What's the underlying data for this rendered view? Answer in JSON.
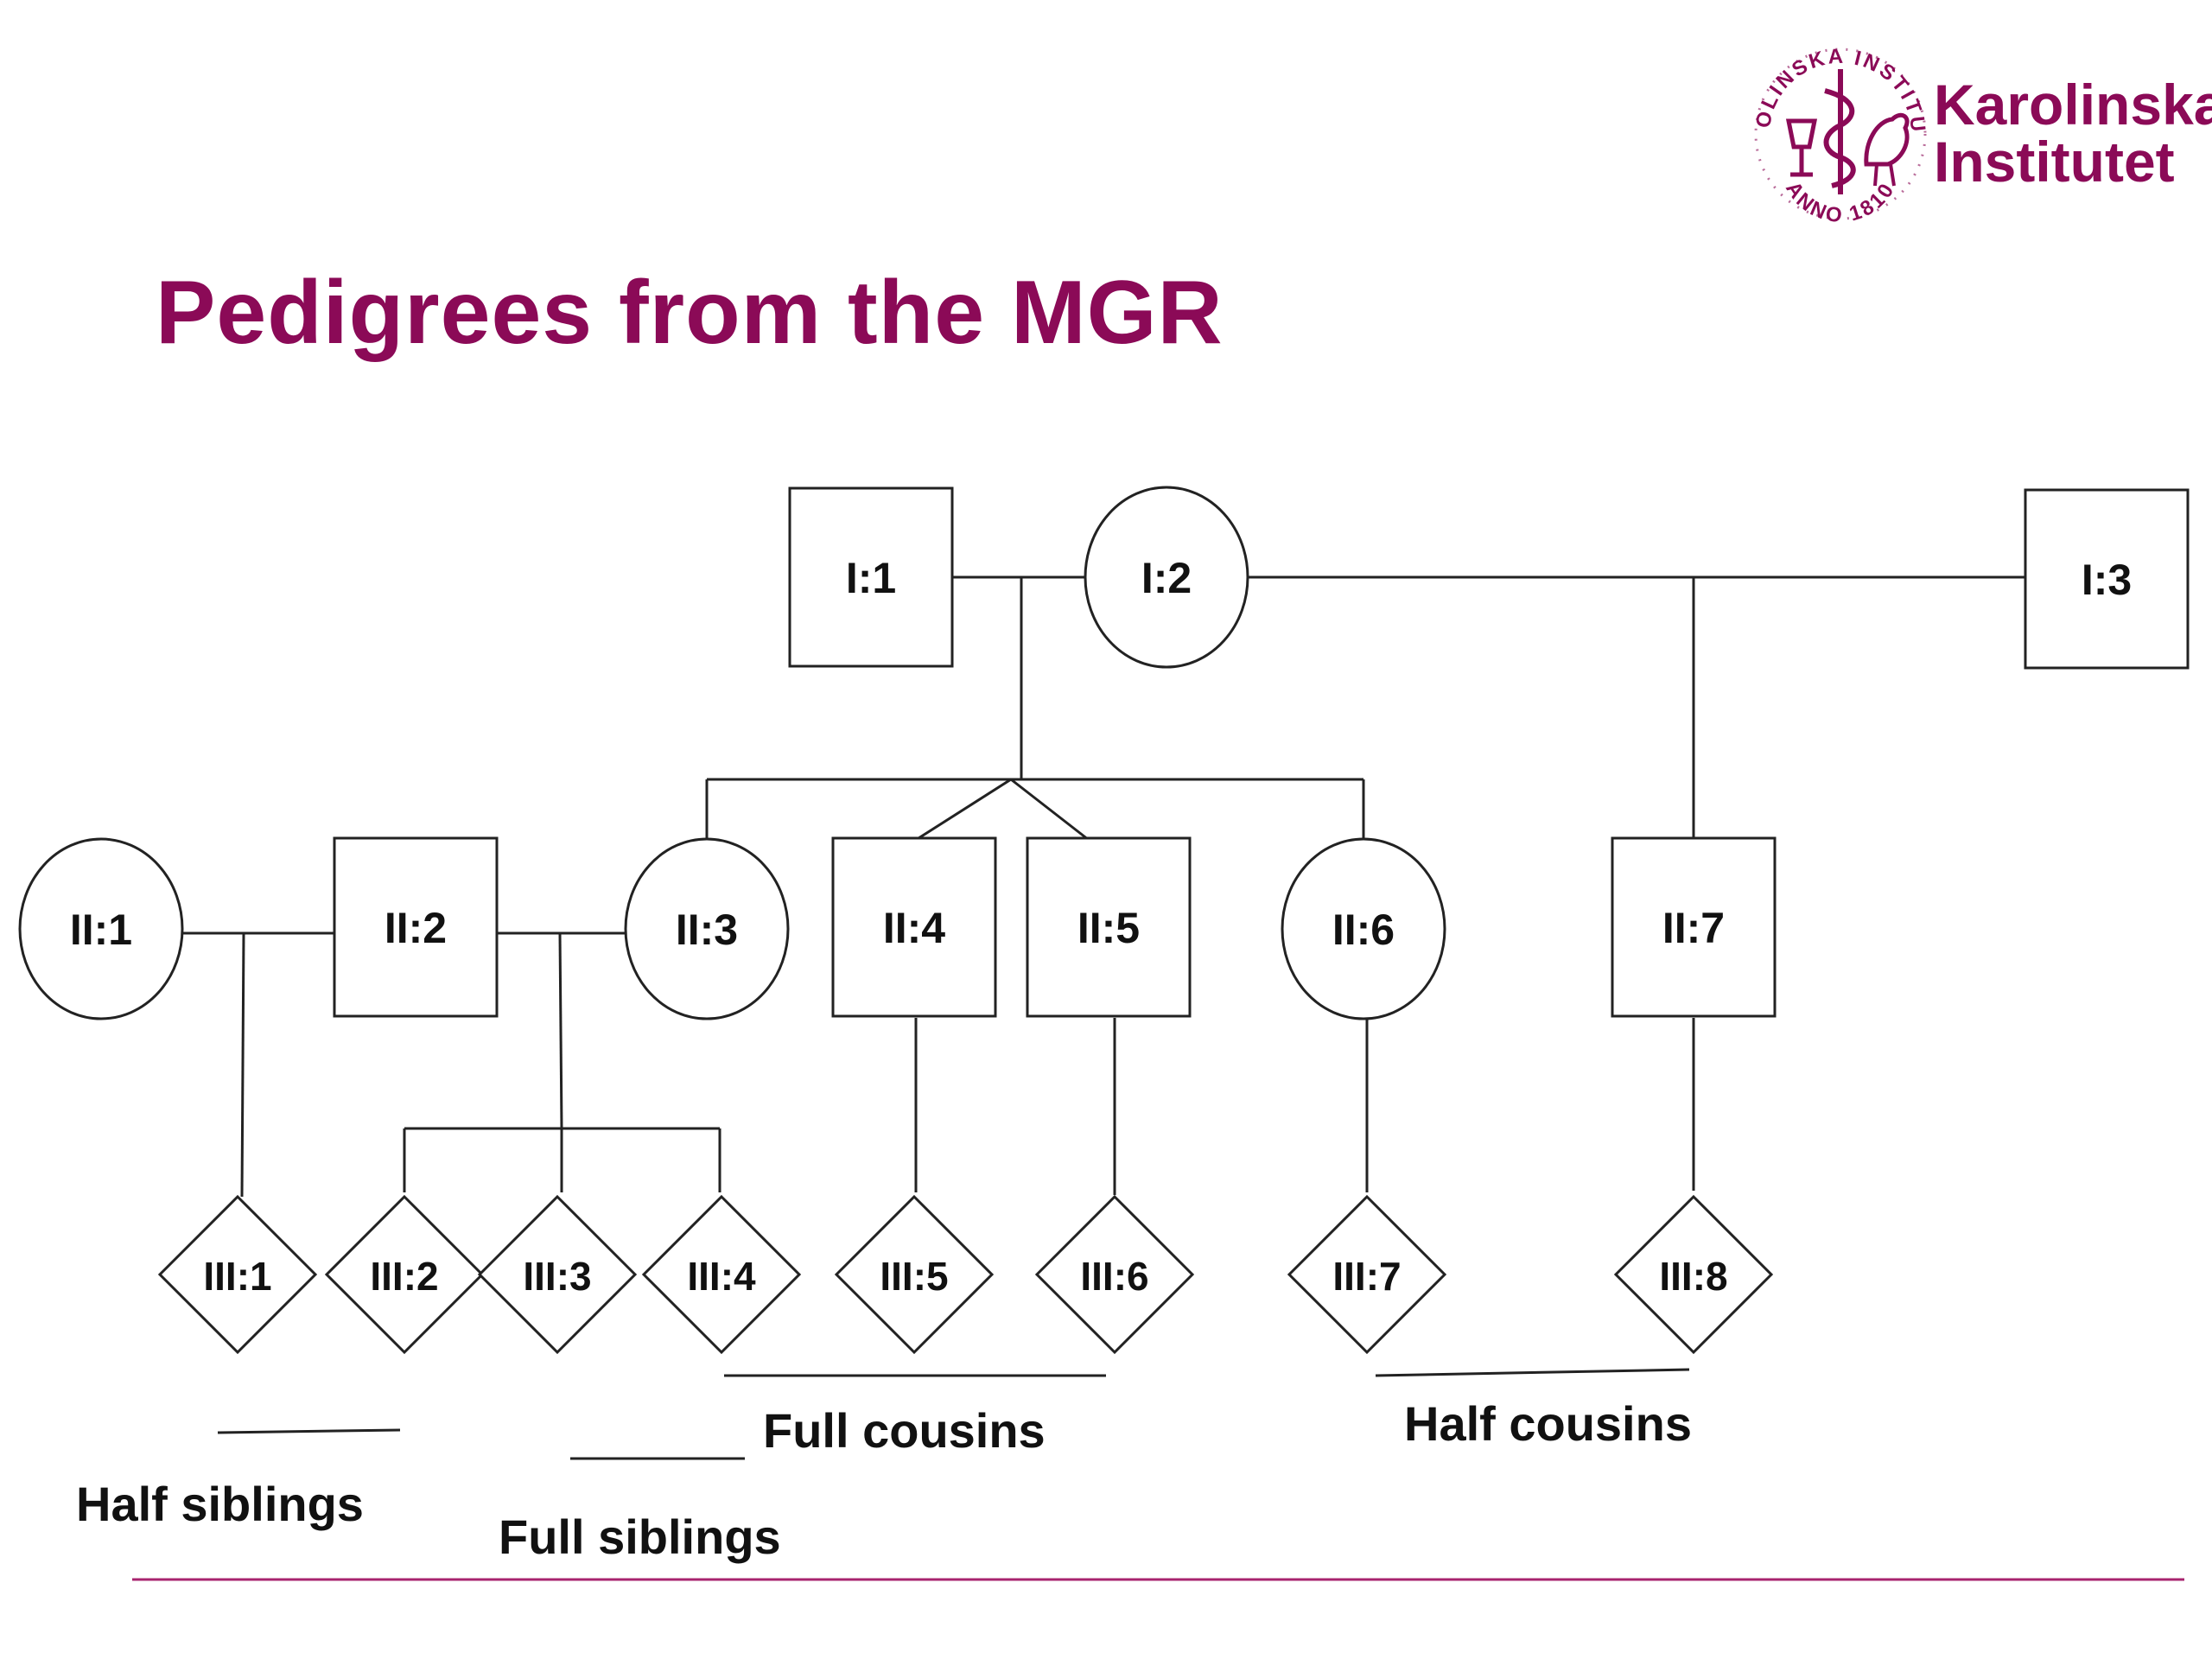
{
  "slide": {
    "title": "Pedigrees from the MGR",
    "logo": {
      "line1": "Karolinska",
      "line2": "Institutet",
      "seal_top": "KAROLINSKA INSTITUTET",
      "seal_bottom": "ANNO 1810"
    },
    "accent_color": "#8b0a57"
  },
  "pedigree": {
    "individuals": [
      {
        "id": "I:1",
        "shape": "square"
      },
      {
        "id": "I:2",
        "shape": "circle"
      },
      {
        "id": "I:3",
        "shape": "square"
      },
      {
        "id": "II:1",
        "shape": "circle"
      },
      {
        "id": "II:2",
        "shape": "square"
      },
      {
        "id": "II:3",
        "shape": "circle"
      },
      {
        "id": "II:4",
        "shape": "square"
      },
      {
        "id": "II:5",
        "shape": "square"
      },
      {
        "id": "II:6",
        "shape": "circle"
      },
      {
        "id": "II:7",
        "shape": "square"
      },
      {
        "id": "III:1",
        "shape": "diamond"
      },
      {
        "id": "III:2",
        "shape": "diamond"
      },
      {
        "id": "III:3",
        "shape": "diamond"
      },
      {
        "id": "III:4",
        "shape": "diamond"
      },
      {
        "id": "III:5",
        "shape": "diamond"
      },
      {
        "id": "III:6",
        "shape": "diamond"
      },
      {
        "id": "III:7",
        "shape": "diamond"
      },
      {
        "id": "III:8",
        "shape": "diamond"
      }
    ],
    "relationship_labels": {
      "half_siblings": "Half siblings",
      "full_siblings": "Full siblings",
      "full_cousins": "Full cousins",
      "half_cousins": "Half cousins"
    }
  }
}
